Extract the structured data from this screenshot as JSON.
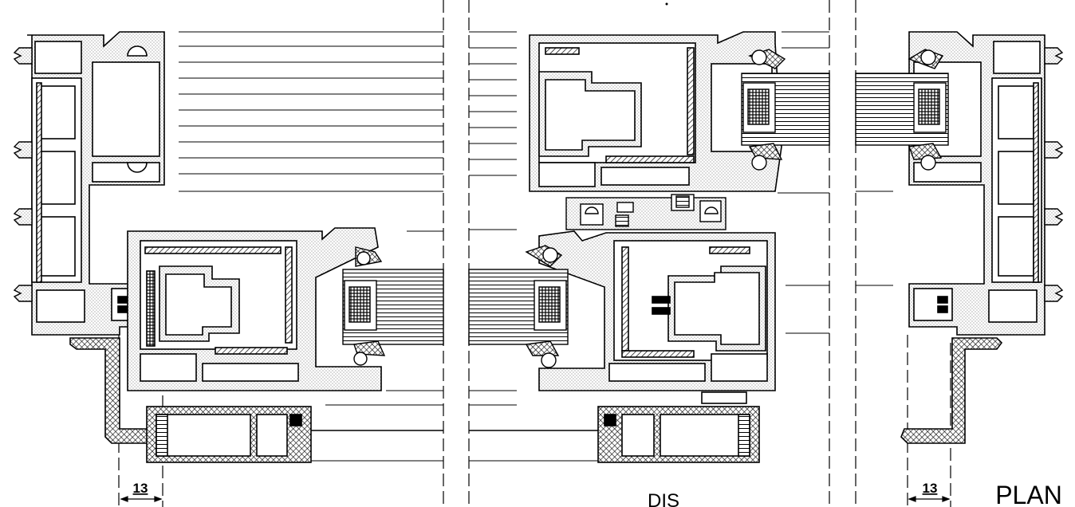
{
  "labels": {
    "dim_left": "13",
    "dim_right": "13",
    "center_label": "DIS",
    "view_label": "PLAN"
  },
  "colors": {
    "line": "#000000",
    "fill_dotted": "#e6e6e6",
    "background": "#ffffff"
  }
}
